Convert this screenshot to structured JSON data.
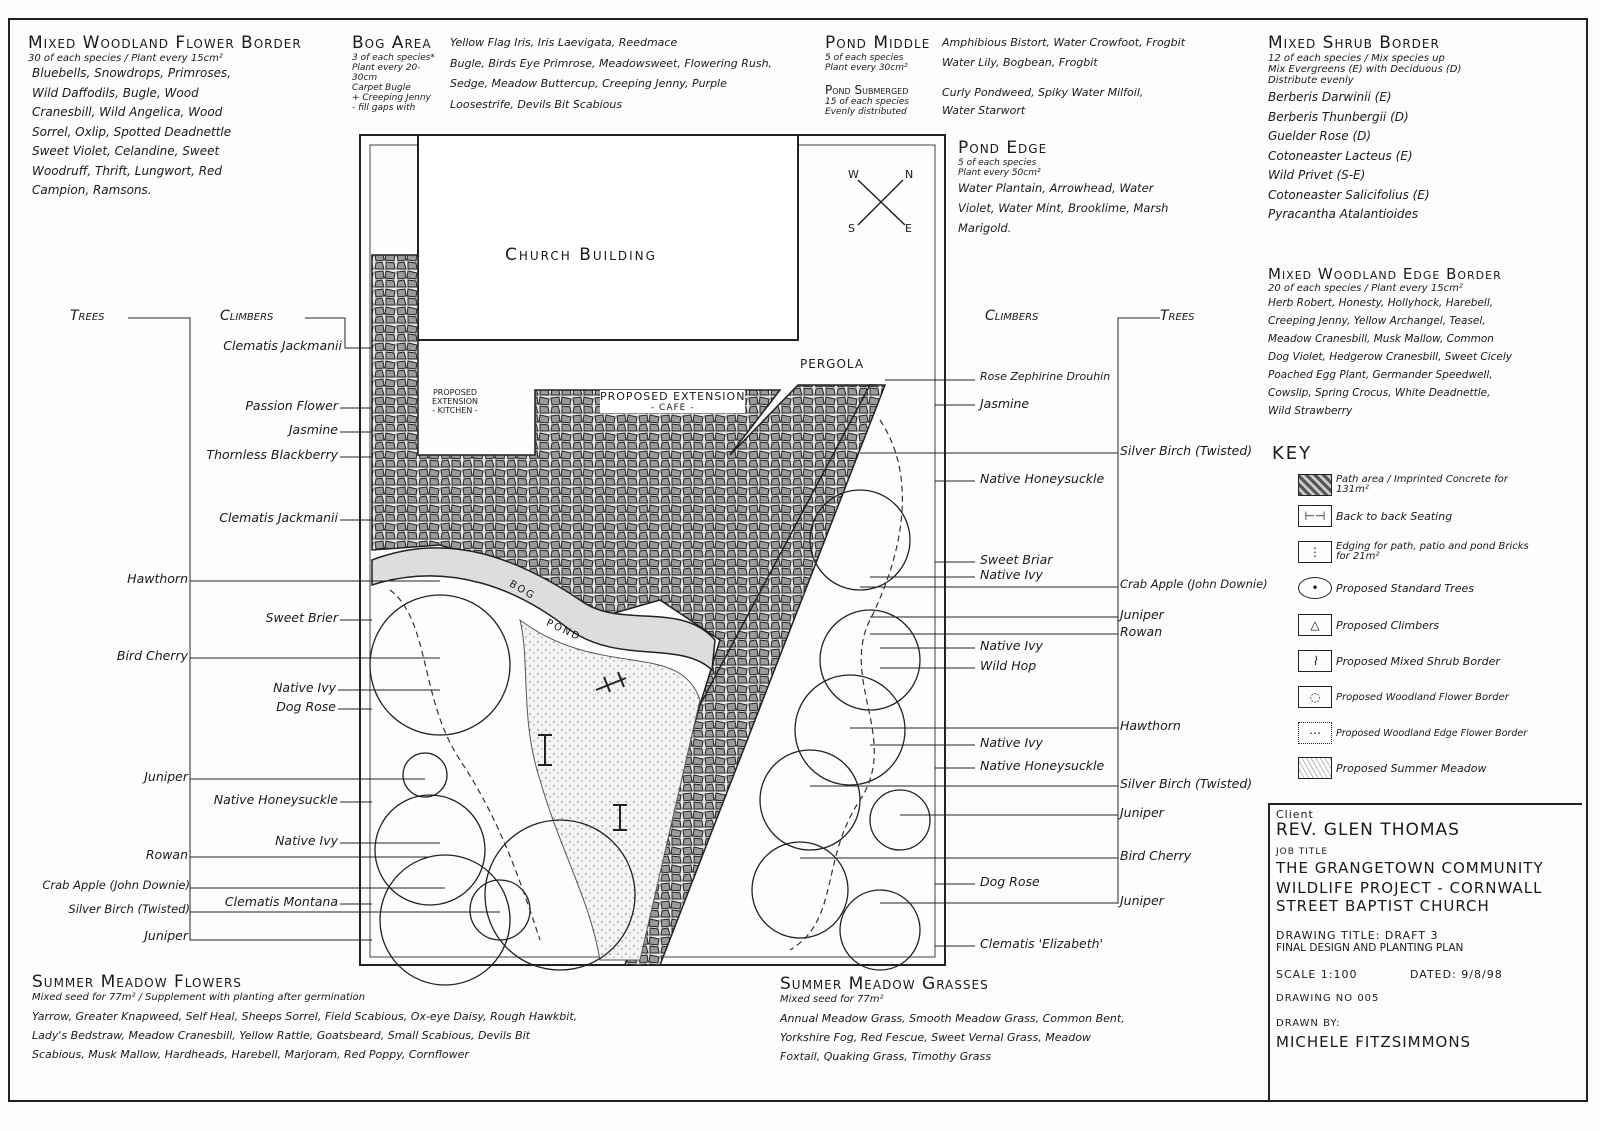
{
  "notes": {
    "woodland_flower": {
      "title": "Mixed Woodland Flower Border",
      "sub": "30 of each species / Plant every 15cm²",
      "lines": [
        "Bluebells, Snowdrops, Primroses,",
        "Wild Daffodils, Bugle, Wood",
        "Cranesbill, Wild Angelica, Wood",
        "Sorrel, Oxlip, Spotted Deadnettle",
        "Sweet Violet, Celandine, Sweet",
        "Woodruff, Thrift, Lungwort, Red",
        "Campion, Ramsons."
      ]
    },
    "bog": {
      "title": "Bog Area",
      "sub": [
        "3 of each species*",
        "Plant every 20-",
        "30cm",
        "Carpet Bugle",
        "+ Creeping Jenny",
        "- fill gaps with"
      ],
      "lines": [
        "Yellow Flag Iris, Iris Laevigata, Reedmace",
        "Bugle, Birds Eye Primrose, Meadowsweet, Flowering Rush,",
        "Sedge, Meadow Buttercup, Creeping Jenny, Purple",
        "Loosestrife, Devils Bit Scabious"
      ]
    },
    "pond_middle": {
      "title": "Pond Middle",
      "sub": [
        "5 of each species",
        "Plant every 30cm²"
      ],
      "lines": [
        "Amphibious Bistort, Water Crowfoot, Frogbit",
        "Water Lily, Bogbean, Frogbit"
      ]
    },
    "pond_submerged": {
      "title": "Pond Submerged",
      "sub": [
        "15 of each species",
        "Evenly distributed"
      ],
      "lines": [
        "Curly Pondweed, Spiky Water Milfoil,",
        "Water Starwort"
      ]
    },
    "pond_edge": {
      "title": "Pond Edge",
      "sub": [
        "5 of each species",
        "Plant every 50cm²"
      ],
      "lines": [
        "Water Plantain, Arrowhead, Water",
        "Violet, Water Mint, Brooklime, Marsh",
        "Marigold."
      ]
    },
    "shrub": {
      "title": "Mixed Shrub Border",
      "sub": [
        "12 of each species / Mix species up",
        "Mix Evergreens (E) with Deciduous (D)",
        "Distribute evenly"
      ],
      "lines": [
        "Berberis Darwinii (E)",
        "Berberis Thunbergii (D)",
        "Guelder Rose (D)",
        "Cotoneaster Lacteus (E)",
        "Wild Privet (S-E)",
        "Cotoneaster Salicifolius (E)",
        "Pyracantha Atalantioides"
      ]
    },
    "woodland_edge": {
      "title": "Mixed Woodland Edge Border",
      "sub": "20 of each species / Plant every 15cm²",
      "lines": [
        "Herb Robert, Honesty, Hollyhock, Harebell,",
        "Creeping Jenny, Yellow Archangel, Teasel,",
        "Meadow Cranesbill, Musk Mallow, Common",
        "Dog Violet, Hedgerow Cranesbill, Sweet Cicely",
        "Poached Egg Plant, Germander Speedwell,",
        "Cowslip, Spring Crocus, White Deadnettle,",
        "Wild Strawberry"
      ]
    },
    "meadow_flowers": {
      "title": "Summer Meadow Flowers",
      "sub": "Mixed seed for 77m² / Supplement with planting after germination",
      "lines": [
        "Yarrow, Greater Knapweed, Self Heal, Sheeps Sorrel, Field Scabious, Ox-eye Daisy, Rough Hawkbit,",
        "Lady's Bedstraw, Meadow Cranesbill, Yellow Rattle, Goatsbeard, Small Scabious, Devils Bit",
        "Scabious, Musk Mallow, Hardheads, Harebell, Marjoram, Red Poppy, Cornflower"
      ]
    },
    "meadow_grasses": {
      "title": "Summer Meadow Grasses",
      "sub": "Mixed seed for 77m²",
      "lines": [
        "Annual Meadow Grass, Smooth Meadow Grass, Common Bent,",
        "Yorkshire Fog, Red Fescue, Sweet Vernal Grass, Meadow",
        "Foxtail, Quaking Grass, Timothy Grass"
      ]
    }
  },
  "plan": {
    "church": "Church Building",
    "ext_kitchen": [
      "Proposed",
      "Extension",
      "- Kitchen -"
    ],
    "ext_cafe": [
      "Proposed Extension",
      "- Cafe -"
    ],
    "pergola": "Pergola",
    "bog_label": "Bog",
    "pond_label": "Pond",
    "compass": {
      "n": "N",
      "s": "S",
      "e": "E",
      "w": "W"
    }
  },
  "left": {
    "trees_heading": "Trees",
    "climbers_heading": "Climbers",
    "climbers": [
      "Clematis Jackmanii",
      "Passion Flower",
      "Jasmine",
      "Thornless Blackberry",
      "Clematis Jackmanii",
      "Sweet Brier",
      "Native Ivy",
      "Dog Rose",
      "Native Honeysuckle",
      "Native Ivy",
      "Clematis Montana"
    ],
    "trees": [
      "Hawthorn",
      "Bird Cherry",
      "Juniper",
      "Rowan",
      "Crab Apple (John Downie)",
      "Silver Birch (Twisted)",
      "Juniper"
    ]
  },
  "right": {
    "trees_heading": "Trees",
    "climbers_heading": "Climbers",
    "climbers": [
      "Rose Zephirine Drouhin",
      "Jasmine",
      "Native Honeysuckle",
      "Sweet Briar",
      "Native Ivy",
      "Native Ivy",
      "Wild Hop",
      "Native Ivy",
      "Native Honeysuckle",
      "Dog Rose",
      "Clematis 'Elizabeth'"
    ],
    "trees": [
      "Silver Birch (Twisted)",
      "Crab Apple (John Downie)",
      "Juniper",
      "Rowan",
      "Hawthorn",
      "Silver Birch (Twisted)",
      "Juniper",
      "Bird Cherry",
      "Juniper"
    ]
  },
  "key": {
    "title": "Key",
    "items": [
      "Path area / Imprinted Concrete for 131m²",
      "Back to back Seating",
      "Edging for path, patio and pond Bricks for 21m²",
      "Proposed Standard Trees",
      "Proposed Climbers",
      "Proposed Mixed Shrub Border",
      "Proposed Woodland Flower Border",
      "Proposed Woodland Edge Flower Border",
      "Proposed Summer Meadow"
    ]
  },
  "title_block": {
    "client_label": "Client",
    "client": "Rev. Glen Thomas",
    "job_label": "Job Title",
    "job": [
      "The Grangetown Community",
      "Wildlife Project - Cornwall",
      "Street Baptist Church"
    ],
    "drawing_title": "Drawing Title: Draft 3",
    "drawing_title2": "Final Design and Planting Plan",
    "scale": "Scale 1:100",
    "dated": "Dated: 9/8/98",
    "drawing_no": "Drawing No 005",
    "drawn_by_label": "Drawn By:",
    "drawn_by": "Michele Fitzsimmons"
  }
}
